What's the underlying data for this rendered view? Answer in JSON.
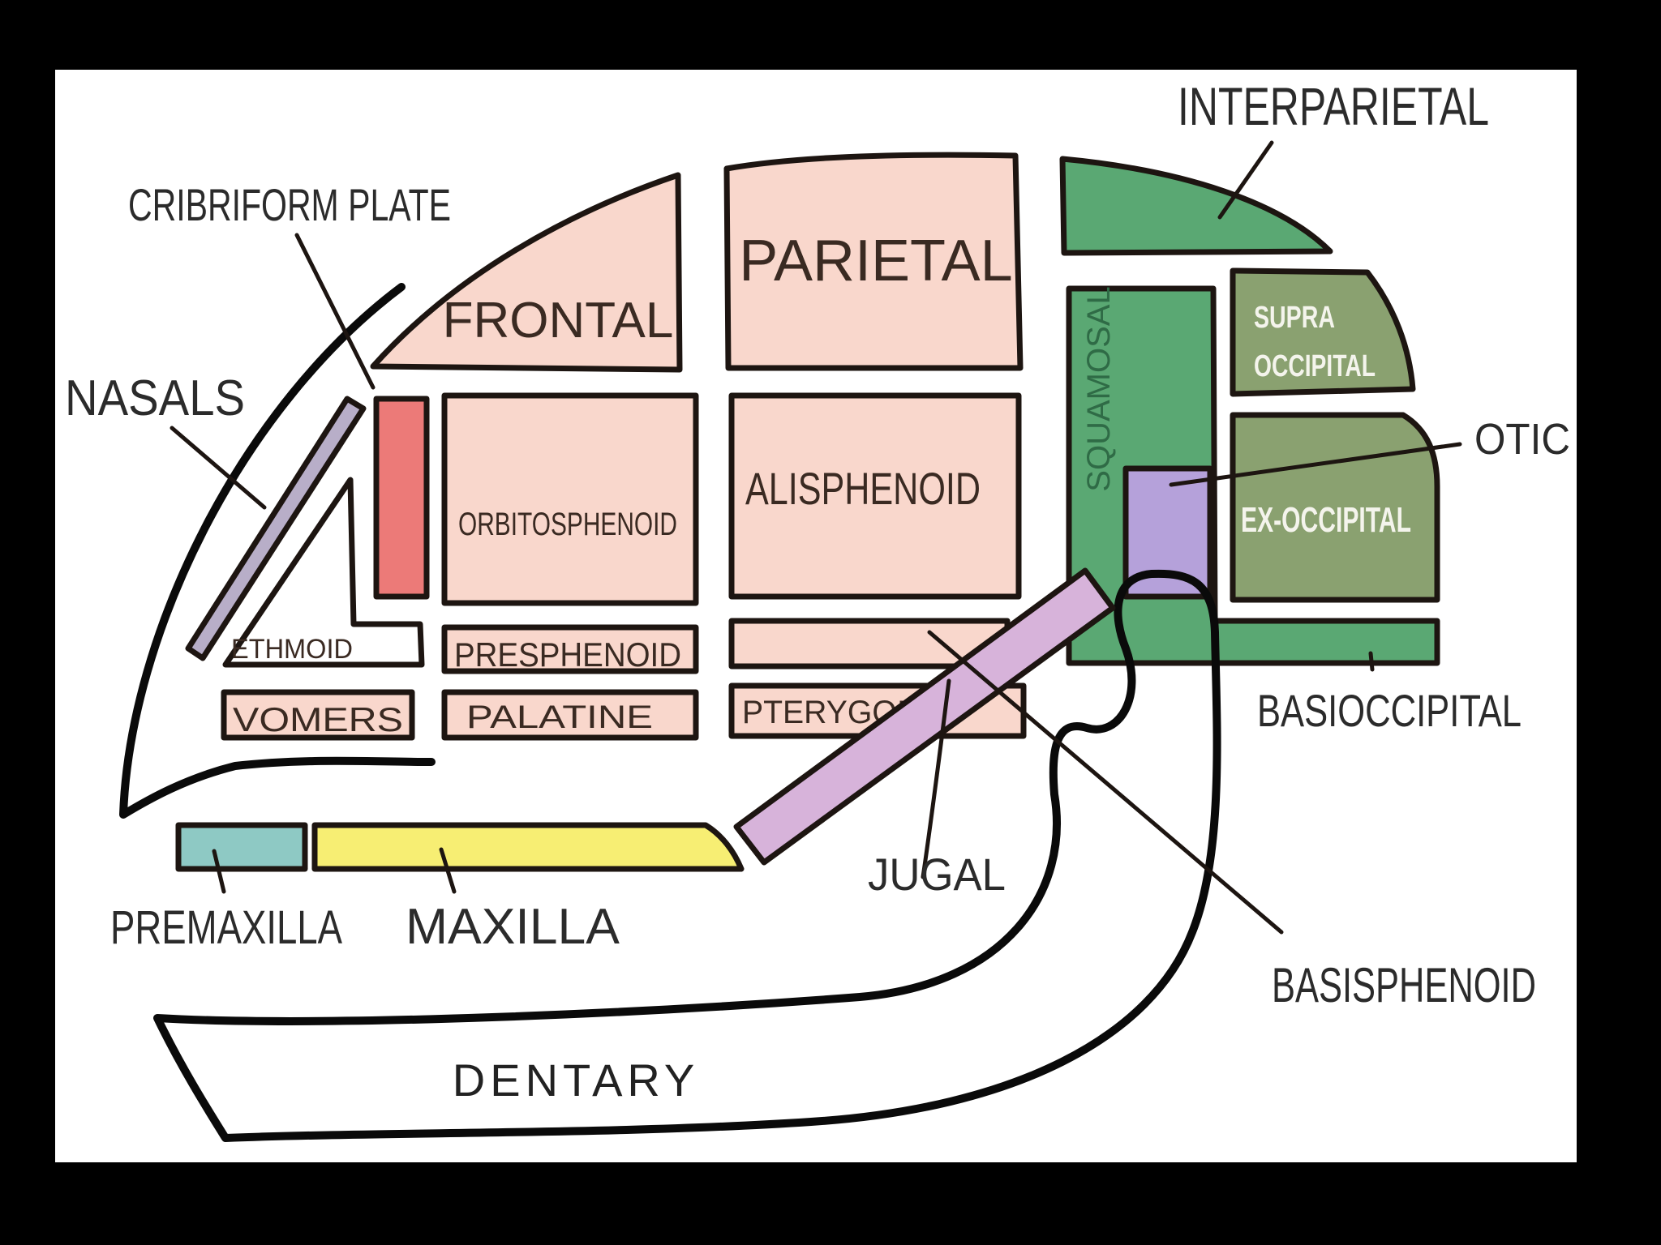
{
  "colors": {
    "background": "#000000",
    "panel": "#ffffff",
    "bone_pink": "#f9d7cc",
    "cribriform_red": "#ec7a78",
    "green": "#5aa873",
    "olive": "#8aa170",
    "otic_purple": "#b5a1da",
    "jugal_purple": "#d7b3da",
    "nasal_purple": "#b8aec8",
    "premaxilla_teal": "#8ec9c4",
    "maxilla_yellow": "#f7ee73"
  },
  "labels": {
    "interparietal": "INTERPARIETAL",
    "cribriform_plate": "CRIBRIFORM PLATE",
    "nasals": "NASALS",
    "otic": "OTIC",
    "basioccipital": "BASIOCCIPITAL",
    "jugal": "JUGAL",
    "premaxilla": "PREMAXILLA",
    "maxilla": "MAXILLA",
    "basisphenoid": "BASISPHENOID"
  },
  "bones": {
    "frontal": "FRONTAL",
    "parietal": "PARIETAL",
    "orbitosphenoid": "ORBITOSPHENOID",
    "alisphenoid": "ALISPHENOID",
    "squamosal": "SQUAMOSAL",
    "supra_occipital_1": "SUPRA",
    "supra_occipital_2": "OCCIPITAL",
    "ex_occipital": "EX-OCCIPITAL",
    "ethmoid": "ETHMOID",
    "presphenoid": "PRESPHENOID",
    "vomers": "VOMERS",
    "palatine": "PALATINE",
    "pterygoid": "PTERYGOID",
    "dentary": "DENTARY"
  }
}
